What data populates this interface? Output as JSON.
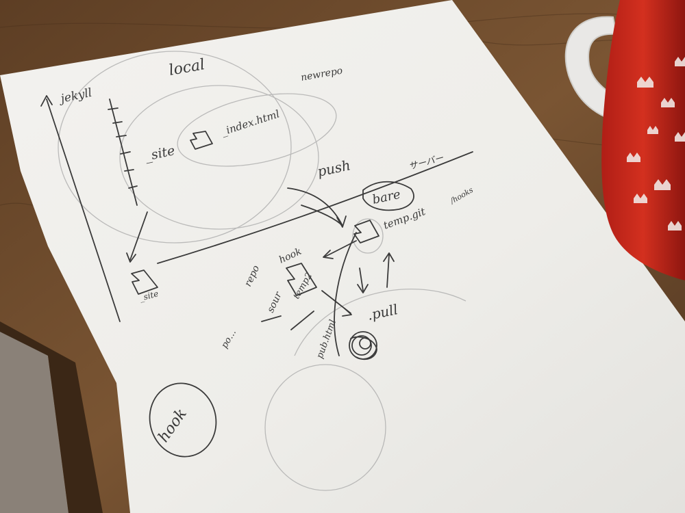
{
  "sketch": {
    "local": "local",
    "jekyll": "jekyll",
    "newrepo": "newrepo",
    "index_html": "_index.html",
    "site": "_site",
    "push": "push",
    "server": "サーバー",
    "bare": "bare",
    "temp_git": "temp.git",
    "hooks": "/hooks",
    "repo": "repo",
    "hook": "hook",
    "sour": "sour",
    "temp2": "temp2",
    "pull": ".pull",
    "pub_html": "pub.html",
    "po": "po…",
    "site_small": "_site",
    "hook_circle": "hook"
  },
  "colors": {
    "table": "#6b4a2e",
    "paper": "#f4f3f0",
    "pen": "#3a3a3a",
    "pencil": "#a8a8a8",
    "mug": "#c8261c",
    "mug_handle": "#e9e8e6",
    "carpet": "#8a8178"
  }
}
